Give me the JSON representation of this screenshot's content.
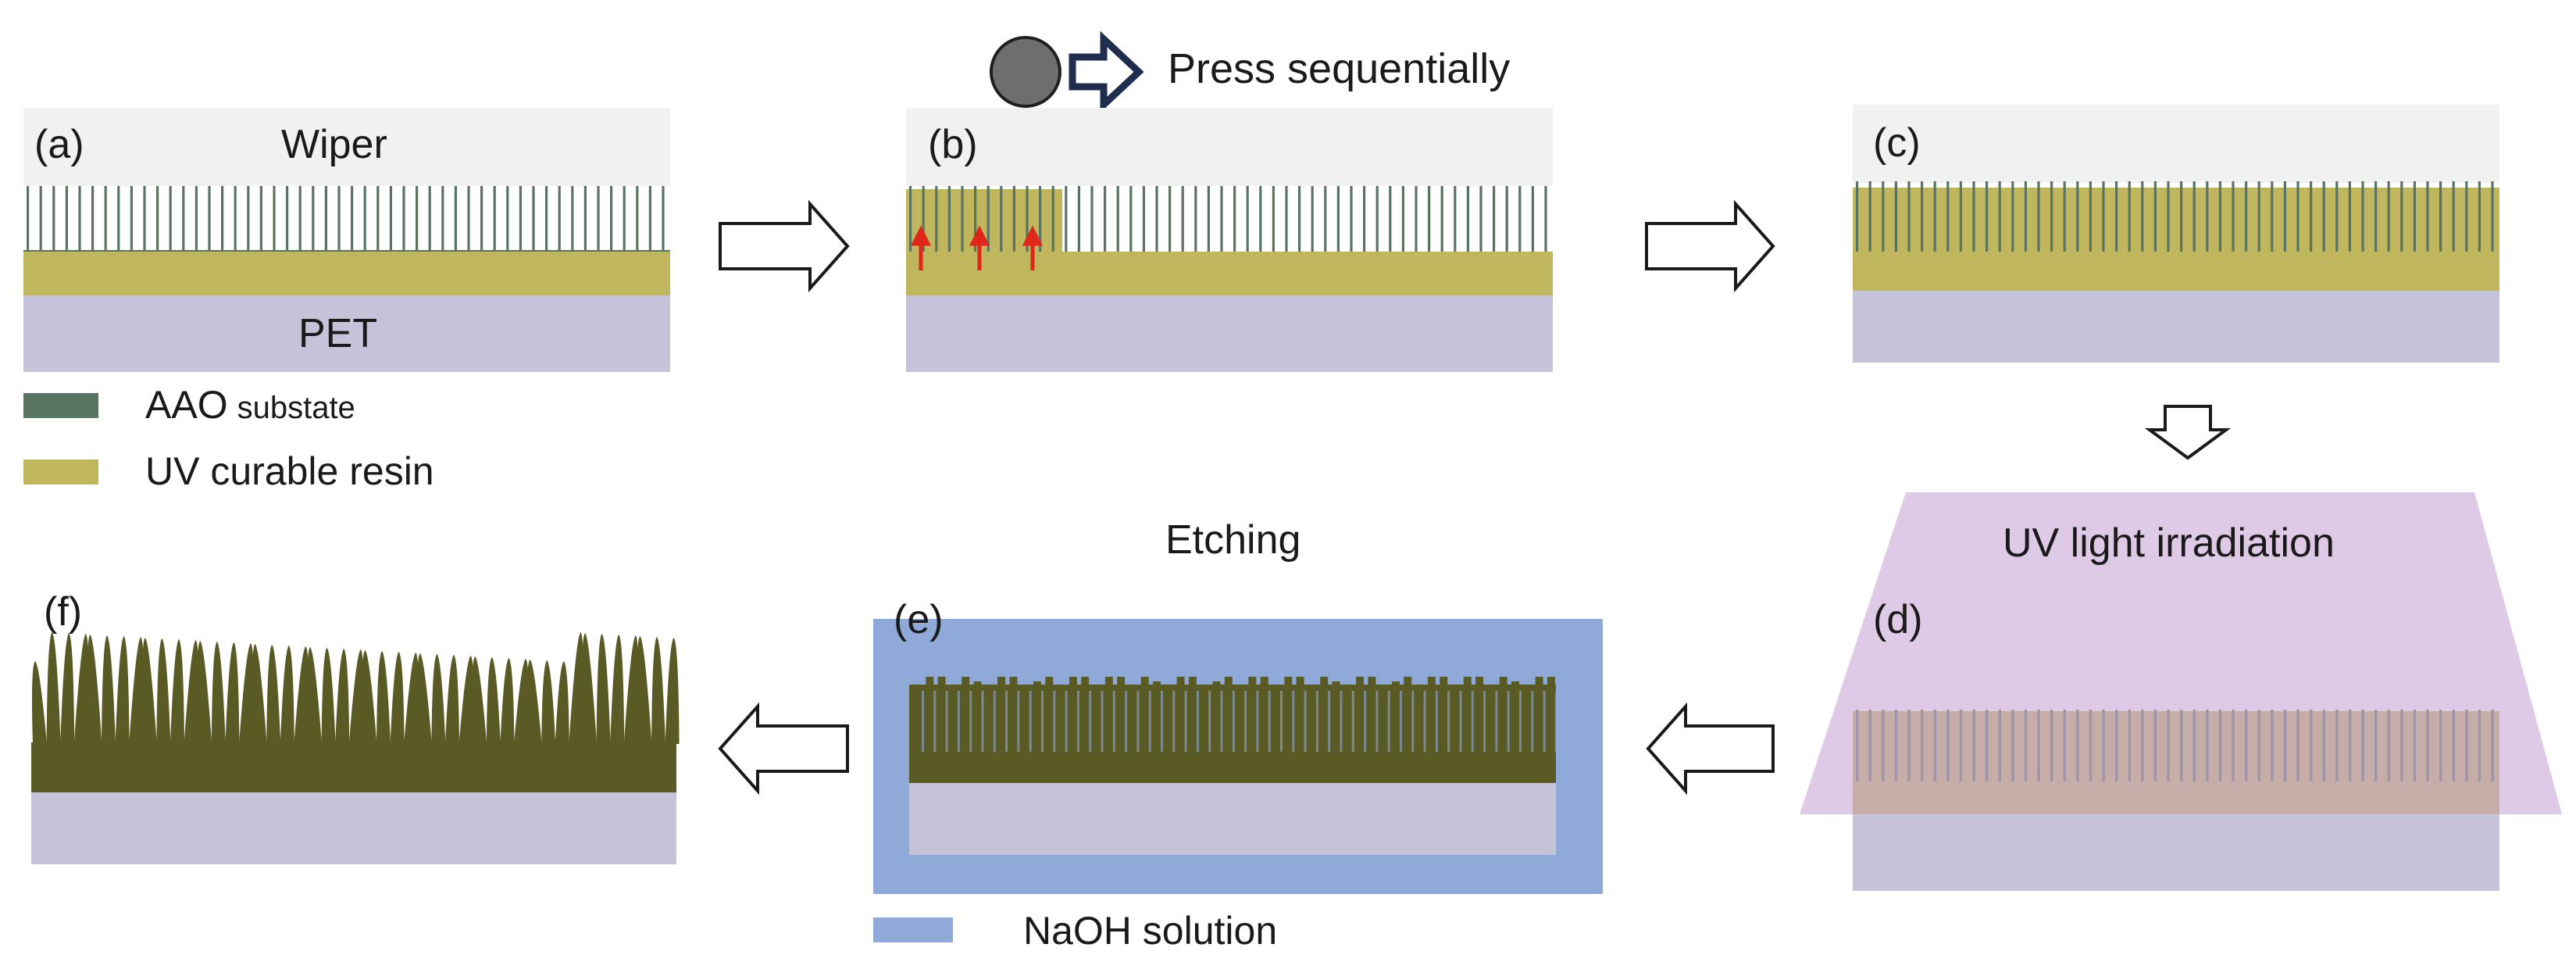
{
  "top_note": {
    "text": "Press sequentially"
  },
  "panels": {
    "a": {
      "label": "(a)",
      "wiper": "Wiper",
      "pet": "PET"
    },
    "b": {
      "label": "(b)"
    },
    "c": {
      "label": "(c)"
    },
    "d": {
      "label": "(d)",
      "uv_text": "UV light irradiation"
    },
    "e": {
      "label": "(e)",
      "etching": "Etching"
    },
    "f": {
      "label": "(f)"
    }
  },
  "legend": {
    "aao": {
      "main": "AAO",
      "sub": "substate"
    },
    "resin": "UV curable resin",
    "naoh": "NaOH solution"
  },
  "colors": {
    "wiper_bg": "#f1f1f1",
    "aao": "#5a7462",
    "resin": "#bfb65e",
    "pet": "#c4c3d9",
    "naoh": "#8faad9",
    "uv_light": "#c9a8d6",
    "etched_resin": "#5a5a24",
    "red_arrow": "#e0251b",
    "roller": "#6e6e6e",
    "arrow_outline": "#1f2d4e"
  }
}
